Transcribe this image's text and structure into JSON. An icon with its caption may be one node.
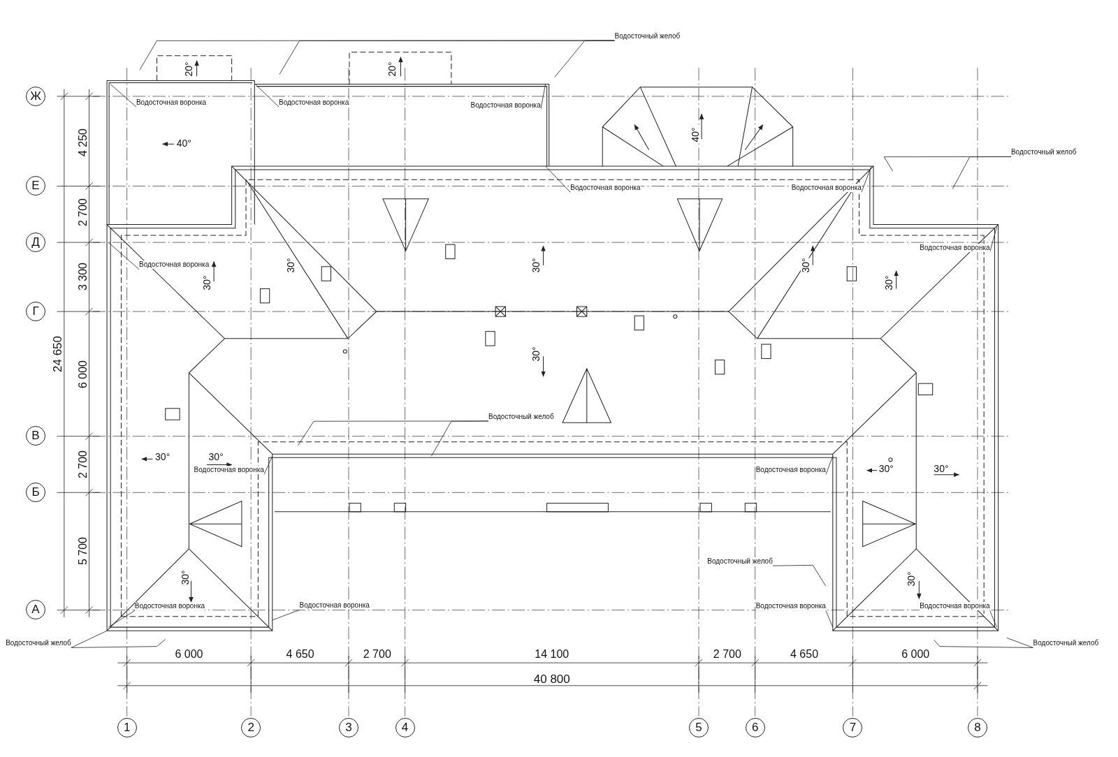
{
  "diagram": {
    "nodes": [
      {
        "text": [
          "Ж"
        ]
      },
      {
        "text": [
          "Е"
        ]
      },
      {
        "text": [
          "Д"
        ]
      },
      {
        "text": [
          "Г"
        ]
      },
      {
        "text": [
          "В"
        ]
      },
      {
        "text": [
          "Б"
        ]
      },
      {
        "text": [
          "А"
        ]
      },
      {
        "text": [
          "1"
        ]
      },
      {
        "text": [
          "2"
        ]
      },
      {
        "text": [
          "3"
        ]
      },
      {
        "text": [
          "4"
        ]
      },
      {
        "text": [
          "5"
        ]
      },
      {
        "text": [
          "6"
        ]
      },
      {
        "text": [
          "7"
        ]
      },
      {
        "text": [
          "8"
        ]
      },
      {
        "text": [
          "Водосточный желоб"
        ]
      },
      {
        "text": [
          "Водосточная воронка"
        ]
      },
      {
        "text": [
          "Водосточная воронка"
        ]
      },
      {
        "text": [
          "Водосточная воронка"
        ]
      },
      {
        "text": [
          "Водосточный желоб"
        ]
      },
      {
        "text": [
          "Водосточная воронка"
        ]
      },
      {
        "text": [
          "Водосточная воронка"
        ]
      },
      {
        "text": [
          "Водосточная воронка"
        ]
      },
      {
        "text": [
          "Водосточная воронка"
        ]
      },
      {
        "text": [
          "Водосточный желоб"
        ]
      },
      {
        "text": [
          "Водосточная воронка"
        ]
      },
      {
        "text": [
          "Водосточная воронка"
        ]
      },
      {
        "text": [
          "Водосточный желоб"
        ]
      },
      {
        "text": [
          "Водосточная воронка"
        ]
      },
      {
        "text": [
          "Водосточная воронка"
        ]
      },
      {
        "text": [
          "Водосточная воронка"
        ]
      },
      {
        "text": [
          "Водосточная воронка"
        ]
      },
      {
        "text": [
          "Водосточный желоб"
        ]
      },
      {
        "text": [
          "Водосточный желоб"
        ]
      }
    ],
    "edges": [
      {
        "from": 15,
        "to": null,
        "arrow": "none"
      },
      {
        "from": 15,
        "to": null,
        "arrow": "none"
      },
      {
        "from": 15,
        "to": null,
        "arrow": "none"
      },
      {
        "from": 16,
        "to": null,
        "arrow": "none"
      },
      {
        "from": 17,
        "to": null,
        "arrow": "none"
      },
      {
        "from": 18,
        "to": null,
        "arrow": "none"
      },
      {
        "from": 19,
        "to": null,
        "arrow": "none"
      },
      {
        "from": 19,
        "to": null,
        "arrow": "none"
      },
      {
        "from": 20,
        "to": null,
        "arrow": "none"
      },
      {
        "from": 21,
        "to": null,
        "arrow": "none"
      },
      {
        "from": 22,
        "to": null,
        "arrow": "none"
      },
      {
        "from": 23,
        "to": null,
        "arrow": "none"
      },
      {
        "from": 24,
        "to": null,
        "arrow": "none"
      },
      {
        "from": 24,
        "to": null,
        "arrow": "none"
      },
      {
        "from": 25,
        "to": null,
        "arrow": "none"
      },
      {
        "from": 26,
        "to": null,
        "arrow": "none"
      },
      {
        "from": 27,
        "to": null,
        "arrow": "none"
      },
      {
        "from": 28,
        "to": null,
        "arrow": "none"
      },
      {
        "from": 29,
        "to": null,
        "arrow": "none"
      },
      {
        "from": 30,
        "to": null,
        "arrow": "none"
      },
      {
        "from": 31,
        "to": null,
        "arrow": "none"
      },
      {
        "from": 32,
        "to": null,
        "arrow": "none"
      },
      {
        "from": 32,
        "to": null,
        "arrow": "none"
      },
      {
        "from": 33,
        "to": null,
        "arrow": "none"
      },
      {
        "from": 33,
        "to": null,
        "arrow": "none"
      }
    ],
    "labels": [
      "20°",
      "20°",
      "4 250",
      "40°",
      "40°",
      "2 700",
      "3 300",
      "30°",
      "30°",
      "30°",
      "30°",
      "30°",
      "24 650",
      "30°",
      "6 000",
      "30°",
      "30°",
      "2 700",
      "30°",
      "30°",
      "5 700",
      "30°",
      "30°",
      "6 000",
      "4 650",
      "2 700",
      "14 100",
      "2 700",
      "4 650",
      "6 000",
      "40 800"
    ]
  }
}
